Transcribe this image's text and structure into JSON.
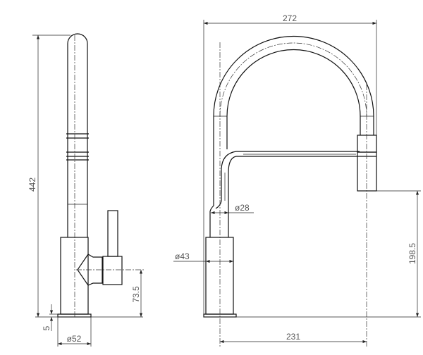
{
  "drawing": {
    "side_view": {
      "height_label": "442",
      "handle_height_label": "73.5",
      "base_thickness_label": "5",
      "base_diameter_label": "ø52"
    },
    "front_view": {
      "width_label": "272",
      "reach_label": "231",
      "spout_height_label": "198.5",
      "tube_diameter_label": "ø28",
      "body_diameter_label": "ø43"
    },
    "colors": {
      "line": "#111111",
      "text": "#555555"
    }
  }
}
